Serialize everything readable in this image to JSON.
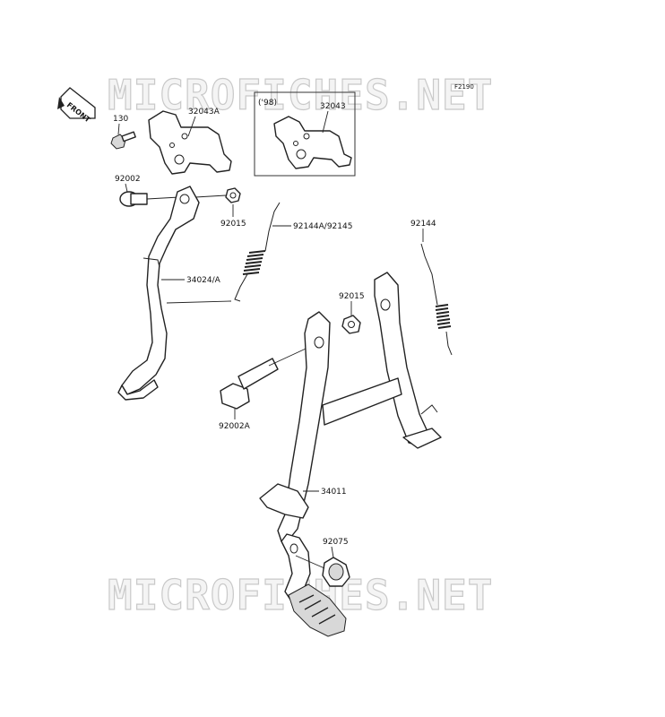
{
  "figure_code": "F2190",
  "watermark": "MICROFICHES.NET",
  "front_arrow_label": "FRONT",
  "variant_note": "('98)",
  "parts": {
    "bolt_130": "130",
    "bracket_32043a": "32043A",
    "bracket_32043": "32043",
    "bolt_92002": "92002",
    "nut_92015_side": "92015",
    "spring_92144a": "92144A/92145",
    "sidestand_34024": "34024/A",
    "spring_92144": "92144",
    "nut_92015_main": "92015",
    "bolt_92002a": "92002A",
    "mainstand_34011": "34011",
    "stopper_92075": "92075"
  }
}
